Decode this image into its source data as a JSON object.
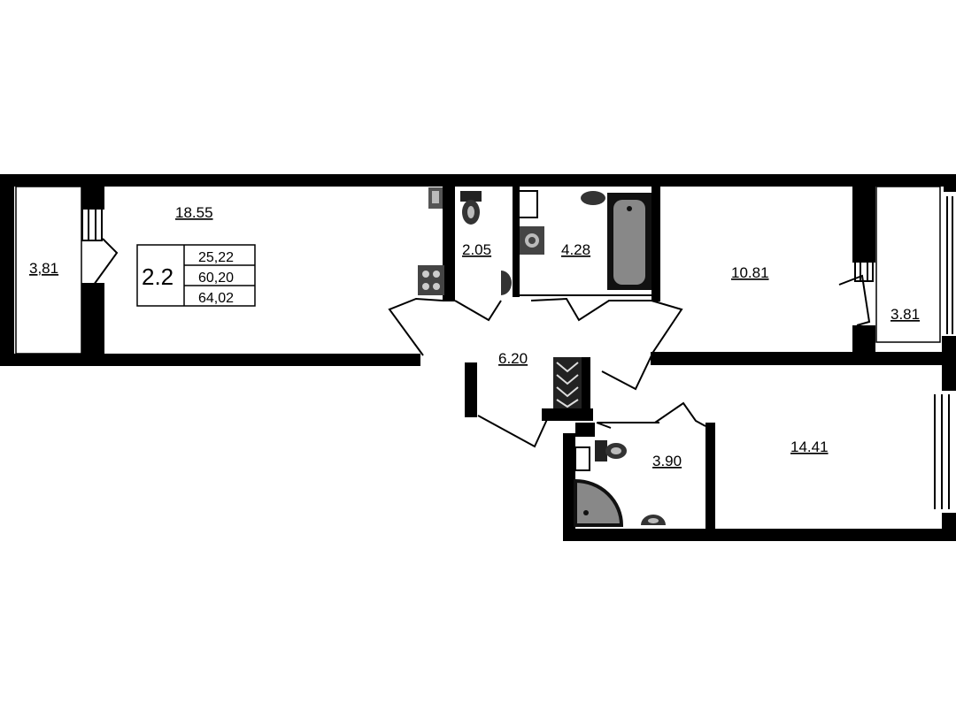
{
  "plan": {
    "apartment_type": "2.2",
    "areas": {
      "living": "25,22",
      "total": "60,20",
      "total_with_balcony": "64,02"
    },
    "rooms": {
      "balcony_left": "3,81",
      "living_room": "18.55",
      "toilet": "2.05",
      "bathroom": "4.28",
      "bedroom": "10.81",
      "balcony_right": "3.81",
      "hallway": "6.20",
      "bathroom_2": "3.90",
      "bedroom_2": "14.41"
    }
  }
}
